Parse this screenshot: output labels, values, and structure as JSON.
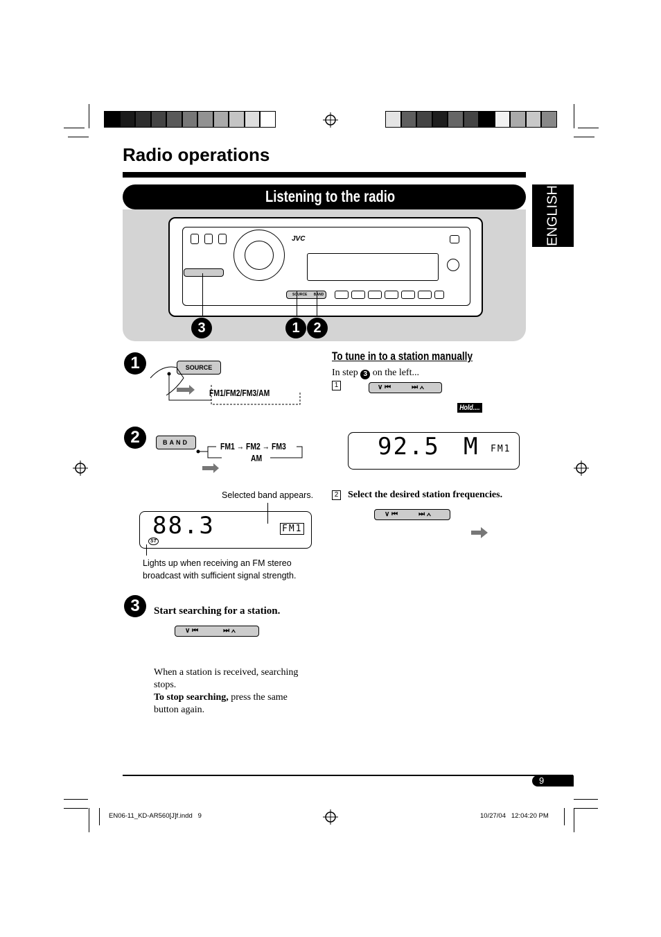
{
  "header": {
    "title": "Radio operations",
    "section_title": "Listening to the radio",
    "language_tab": "ENGLISH"
  },
  "unit": {
    "brand": "JVC",
    "source_label": "SOURCE",
    "band_label": "BAND",
    "callouts": [
      "3",
      "1",
      "2"
    ]
  },
  "steps": [
    {
      "number": "1",
      "button": "SOURCE",
      "sequence": "FM1/FM2/FM3/AM"
    },
    {
      "number": "2",
      "button": "BAND",
      "sequence": [
        "FM1",
        "FM2",
        "FM3",
        "AM"
      ],
      "display": {
        "frequency": "88.3",
        "band": "FM1",
        "stereo_indicator": "ST"
      },
      "annotation_band": "Selected band appears.",
      "annotation_stereo": "Lights up when receiving an FM stereo broadcast with sufficient signal strength."
    },
    {
      "number": "3",
      "instruction": "Start searching for a station.",
      "note": "When a station is received, searching stops.",
      "stop_bold": "To stop searching,",
      "stop_rest": " press the same button again."
    }
  ],
  "manual": {
    "heading": "To tune in to a station manually",
    "intro_pre": "In step ",
    "intro_num": "3",
    "intro_post": " on the left...",
    "step1_num": "1",
    "hold_label": "Hold....",
    "display": {
      "frequency": "92.5",
      "mode": "M",
      "band": "FM1"
    },
    "step2_num": "2",
    "step2_text": "Select the desired station frequencies."
  },
  "footer": {
    "page_number": "9",
    "file": "EN06-11_KD-AR560[J]f.indd   9",
    "timestamp": "10/27/04   12:04:20 PM"
  },
  "colors": {
    "panel": "#d4d4d4",
    "button": "#cccccc"
  }
}
